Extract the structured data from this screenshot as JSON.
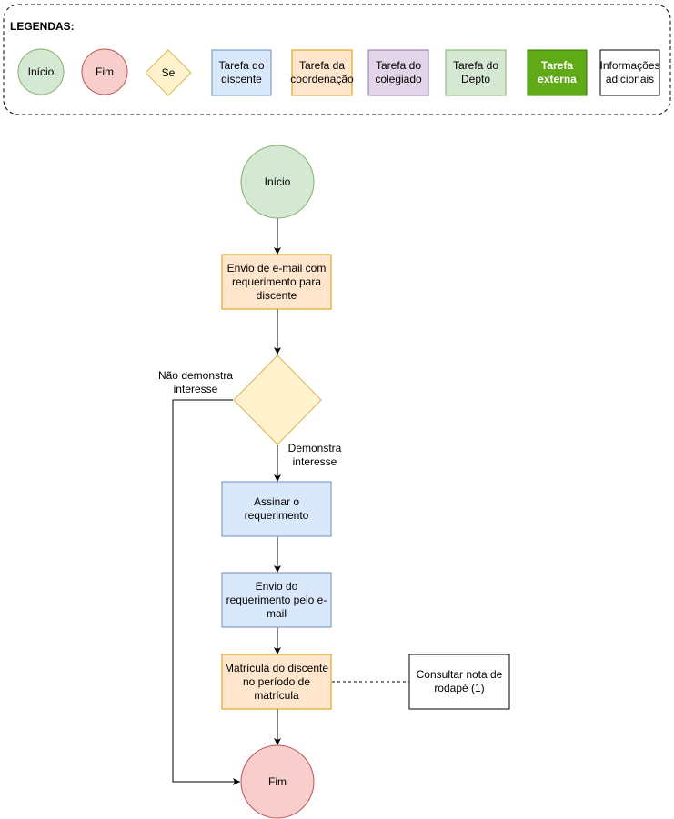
{
  "legend": {
    "title": "LEGENDAS:",
    "items": {
      "start": "Início",
      "end": "Fim",
      "decision": "Se",
      "student_task": "Tarefa do discente",
      "coordination_task": "Tarefa da coordenação",
      "collegiate_task": "Tarefa do colegiado",
      "dept_task": "Tarefa do Depto",
      "external_task": "Tarefa externa",
      "additional_info": "Informações adicionais"
    }
  },
  "flow": {
    "start": "Início",
    "send_email": "Envio de e-mail com requerimento para discente",
    "no_interest": "Não demonstra interesse",
    "shows_interest": "Demonstra interesse",
    "sign": "Assinar o requerimento",
    "send_by_email": "Envio do requerimento pelo e-mail",
    "enrollment": "Matrícula do discente no período de matrícula",
    "note": "Consultar nota de rodapé (1)",
    "end": "Fim"
  },
  "colors": {
    "start_fill": "#d5e8d4",
    "start_stroke": "#82b366",
    "end_fill": "#f8cecc",
    "end_stroke": "#b85450",
    "decision_fill": "#fff2cc",
    "decision_stroke": "#d6b656",
    "student_fill": "#dae8fc",
    "student_stroke": "#6c8ebf",
    "coord_fill": "#ffe6cc",
    "coord_stroke": "#d79b00",
    "collegiate_fill": "#e1d5e7",
    "collegiate_stroke": "#9673a6",
    "external_fill": "#60a917",
    "external_stroke": "#2d7600"
  }
}
